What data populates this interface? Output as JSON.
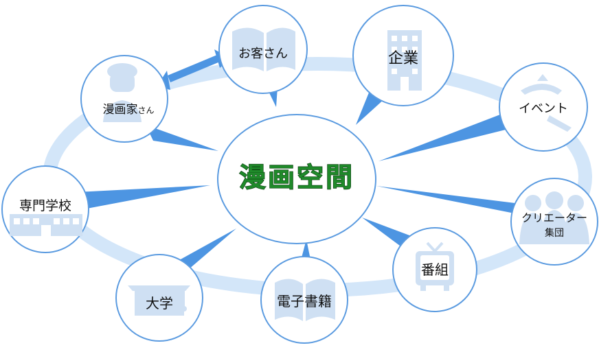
{
  "diagram": {
    "center_label": "漫画空間",
    "nodes": [
      {
        "id": "okyakusan",
        "label": "お客さん",
        "icon": "open-book-icon"
      },
      {
        "id": "mangaka",
        "label_main": "漫画家",
        "label_suffix": "さん",
        "icon": "person-silhouette-icon"
      },
      {
        "id": "kigyou",
        "label": "企業",
        "icon": "office-building-icon"
      },
      {
        "id": "event",
        "label": "イベント",
        "icon": "festival-figure-icon"
      },
      {
        "id": "creator",
        "label_line1": "クリエーター",
        "label_line2": "集団",
        "icon": "group-people-icon"
      },
      {
        "id": "bangumi",
        "label": "番組",
        "icon": "television-icon"
      },
      {
        "id": "denshi",
        "label": "電子書籍",
        "icon": "open-book-icon"
      },
      {
        "id": "daigaku",
        "label": "大学",
        "icon": "graduation-cap-icon"
      },
      {
        "id": "senmon",
        "label": "専門学校",
        "icon": "school-building-icon"
      }
    ],
    "colors": {
      "ring": "#d3e6f9",
      "node_border": "#5b9be0",
      "pointer": "#4d95e2",
      "icon": "#cfe0f3",
      "center_text": "#1f8a2a"
    }
  }
}
